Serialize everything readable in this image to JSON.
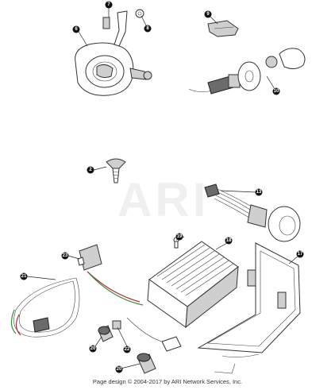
{
  "watermark": "ARI",
  "callouts": [
    "7",
    "8",
    "6",
    "9",
    "10",
    "2",
    "13",
    "19",
    "18",
    "17",
    "23",
    "21",
    "20",
    "22",
    "20"
  ],
  "footer": "Page design © 2004-2017 by ARI Network Services, Inc."
}
